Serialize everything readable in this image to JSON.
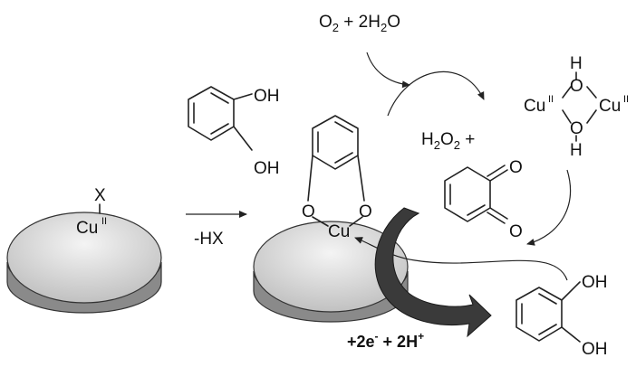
{
  "labels": {
    "x_ligand": "X",
    "cu": "Cu",
    "cu_ox": "II",
    "minus_hx": "-HX",
    "oh": "OH",
    "o": "O",
    "h": "H",
    "o2_a": "O",
    "o2_sub": "2",
    "o2_plus": " + 2H",
    "h2o_sub": "2",
    "h2o_o": "O",
    "h2o2_h": "H",
    "h2o2_sub1": "2",
    "h2o2_o": "O",
    "h2o2_sub2": "2",
    "h2o2_plus": " +",
    "electrons_a": "+2e",
    "electrons_minus": "-",
    "electrons_b": " + 2H",
    "electrons_plus": "+"
  },
  "colors": {
    "disk_top": "#d4d4d4",
    "disk_side": "#8a8a8a",
    "bigarrow": "#3a3a3a"
  }
}
